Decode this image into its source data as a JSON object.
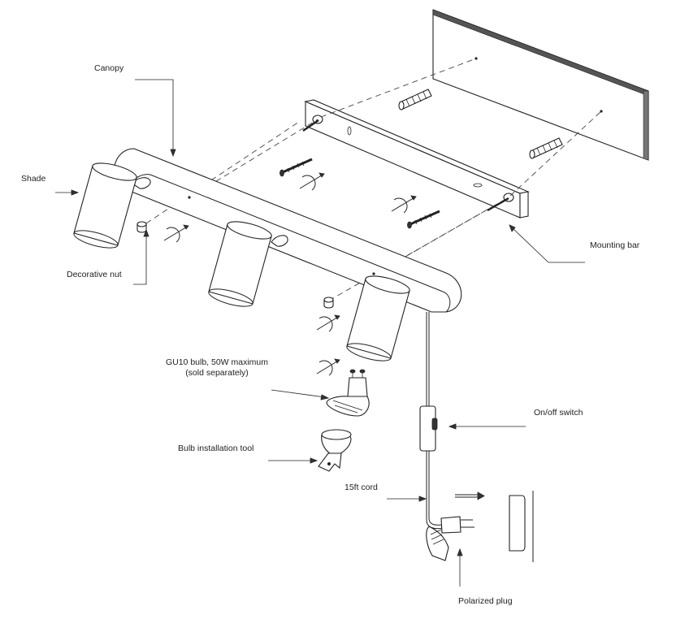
{
  "labels": {
    "canopy": "Canopy",
    "shade": "Shade",
    "mounting_bar": "Mounting bar",
    "decorative_nut": "Decorative nut",
    "bulb_line1": "GU10 bulb, 50W maximum",
    "bulb_line2": "(sold separately)",
    "switch": "On/off switch",
    "tool": "Bulb installation tool",
    "cord": "15ft cord",
    "plug": "Polarized plug"
  },
  "colors": {
    "line": "#222222",
    "background": "#ffffff"
  }
}
